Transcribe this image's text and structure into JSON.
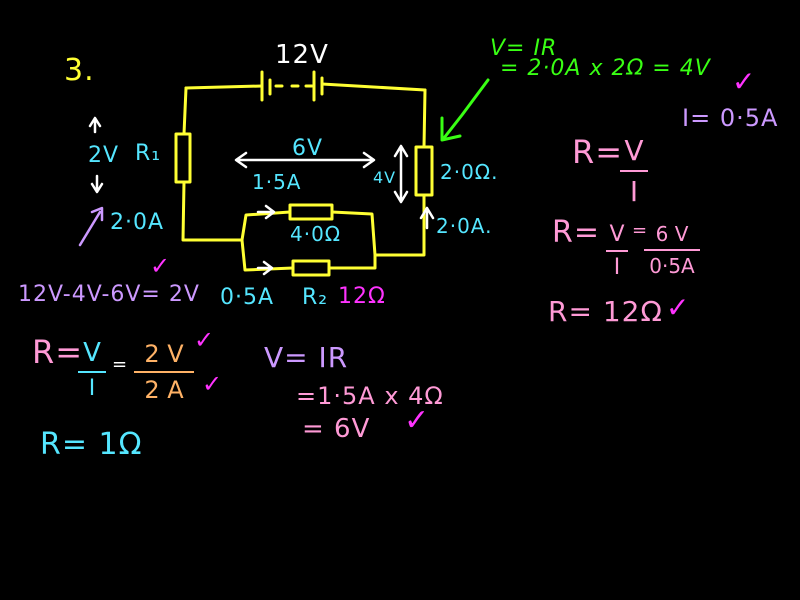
{
  "question_number": "3.",
  "circuit": {
    "supply_voltage": "12V",
    "r1_voltage": "2V",
    "r1_label": "R₁",
    "r1_current": "2·0A",
    "top_branch_voltage": "6V",
    "top_branch_current": "1·5A",
    "top_resistor": "4·0Ω",
    "bottom_branch_current": "0·5A",
    "r2_label": "R₂",
    "r2_value": "12Ω",
    "right_resistor_voltage": "4V",
    "right_resistor": "2·0Ω.",
    "right_current": "2·0A."
  },
  "right_resistor_calc": {
    "line1": "V= IR",
    "line2": "= 2·0A x 2Ω = 4V"
  },
  "kirchhoff": "12V-4V-6V= 2V",
  "r1_calc": {
    "r": "R=",
    "v": "V",
    "i": "I",
    "eq": "=",
    "num": "2 V",
    "den": "2 A",
    "result": "R=  1Ω"
  },
  "branch_calc": {
    "line1": "V= IR",
    "line2": "=1·5A  x  4Ω",
    "line3": "=   6V"
  },
  "current_note": "I= 0·5A",
  "r2_calc": {
    "formula_r": "R=",
    "formula_v": "V",
    "formula_i": "I",
    "sub_r": "R=",
    "sub_v": "V",
    "sub_i": "I",
    "sub_eq": "=",
    "sub_num": "6 V",
    "sub_den": "0·5A",
    "result": "R=  12Ω"
  },
  "tick": "✓",
  "colors": {
    "circuit": "#ffff33",
    "labels": "#55e6ff",
    "formula": "#39ff14",
    "pink": "#ff9ad6",
    "purple": "#cc99ff",
    "tick": "#ff33ff",
    "orange": "#ffb266"
  },
  "icons": [
    "battery-icon",
    "resistor-icon",
    "check-icon",
    "arrow-icon"
  ]
}
